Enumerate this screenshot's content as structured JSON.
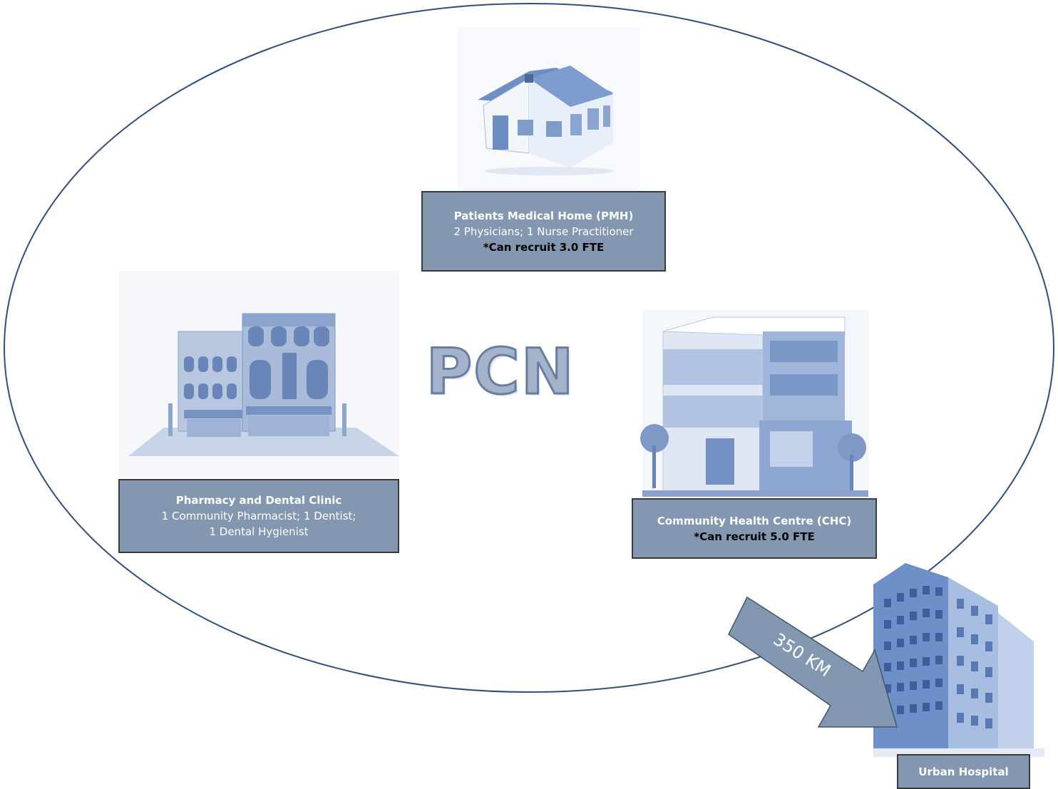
{
  "network": {
    "title": "PCN"
  },
  "facilities": {
    "pmh": {
      "title": "Patients Medical Home (PMH)",
      "staff": "2 Physicians; 1 Nurse Practitioner",
      "recruit": "*Can recruit 3.0 FTE"
    },
    "pharmacy": {
      "title": "Pharmacy and Dental Clinic",
      "staff_line1": "1 Community Pharmacist; 1 Dentist;",
      "staff_line2": "1 Dental Hygienist"
    },
    "chc": {
      "title": "Community Health Centre (CHC)",
      "recruit": "*Can recruit 5.0 FTE"
    },
    "hospital": {
      "title": "Urban Hospital"
    }
  },
  "link": {
    "distance": "350 KM"
  },
  "colors": {
    "box_fill": "#8497b0",
    "ellipse_stroke": "#2f4f7a",
    "arrow_fill": "#8497b0",
    "building_blue": "#8fa9d3"
  }
}
